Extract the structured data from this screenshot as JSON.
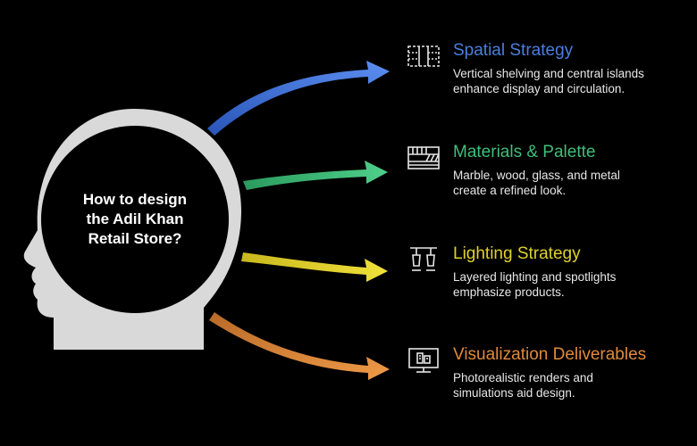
{
  "center": {
    "question_lines": [
      "How to design",
      "the Adil Khan",
      "Retail Store?"
    ]
  },
  "branches": [
    {
      "title": "Spatial Strategy",
      "description_lines": [
        "Vertical shelving and central islands",
        "enhance display and circulation."
      ],
      "color": "#4a7fe0",
      "icon": "grid-layout-icon"
    },
    {
      "title": "Materials & Palette",
      "description_lines": [
        "Marble, wood, glass, and metal",
        "create a refined look."
      ],
      "color": "#3fbf7a",
      "icon": "material-swatch-icon"
    },
    {
      "title": "Lighting Strategy",
      "description_lines": [
        "Layered lighting and spotlights",
        "emphasize products."
      ],
      "color": "#e0d12a",
      "icon": "pendant-lights-icon"
    },
    {
      "title": "Visualization Deliverables",
      "description_lines": [
        "Photorealistic renders and",
        "simulations aid design."
      ],
      "color": "#e08a3c",
      "icon": "monitor-render-icon"
    }
  ],
  "colors": {
    "background": "#000000",
    "head": "#d9d9d9",
    "head_inner": "#000000",
    "text": "#ffffff"
  }
}
